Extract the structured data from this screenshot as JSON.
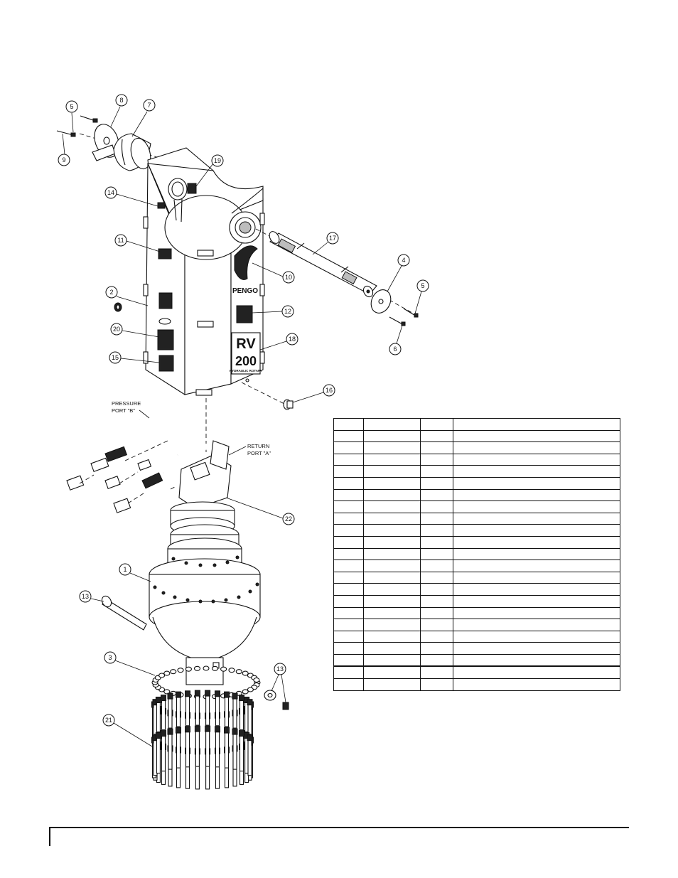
{
  "callouts": [
    {
      "id": "1",
      "label": "1"
    },
    {
      "id": "2",
      "label": "2"
    },
    {
      "id": "3",
      "label": "3"
    },
    {
      "id": "4",
      "label": "4"
    },
    {
      "id": "5a",
      "label": "5"
    },
    {
      "id": "5b",
      "label": "5"
    },
    {
      "id": "6",
      "label": "6"
    },
    {
      "id": "7",
      "label": "7"
    },
    {
      "id": "8",
      "label": "8"
    },
    {
      "id": "9",
      "label": "9"
    },
    {
      "id": "10",
      "label": "10"
    },
    {
      "id": "11",
      "label": "11"
    },
    {
      "id": "12",
      "label": "12"
    },
    {
      "id": "13a",
      "label": "13"
    },
    {
      "id": "13b",
      "label": "13"
    },
    {
      "id": "14",
      "label": "14"
    },
    {
      "id": "15",
      "label": "15"
    },
    {
      "id": "16",
      "label": "16"
    },
    {
      "id": "17",
      "label": "17"
    },
    {
      "id": "18",
      "label": "18"
    },
    {
      "id": "19",
      "label": "19"
    },
    {
      "id": "20",
      "label": "20"
    },
    {
      "id": "21",
      "label": "21"
    },
    {
      "id": "22",
      "label": "22"
    }
  ],
  "ports": {
    "pressure_line1": "PRESSURE",
    "pressure_line2": "PORT \"B\"",
    "return_line1": "RETURN",
    "return_line2": "PORT \"A\""
  },
  "decals": {
    "brand": "PENGO",
    "model_line1": "RV",
    "model_line2": "200",
    "model_sub": "HYDRAULIC ROTARY"
  },
  "parts_table": {
    "row_count": 23,
    "thick_border_row": 21
  }
}
